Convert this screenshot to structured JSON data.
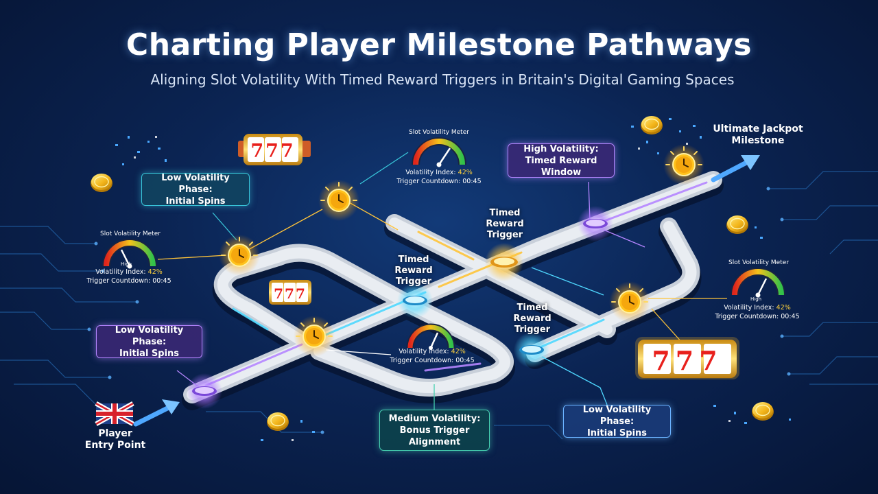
{
  "header": {
    "title": "Charting Player Milestone Pathways",
    "subtitle": "Aligning Slot Volatility With Timed Reward Triggers in Britain's Digital Gaming Spaces"
  },
  "labels": {
    "entry_point": [
      "Player",
      "Entry Point"
    ],
    "jackpot": [
      "Ultimate Jackpot",
      "Milestone"
    ],
    "trigger": [
      "Timed",
      "Reward",
      "Trigger"
    ]
  },
  "phase_boxes": {
    "low_top_left": [
      "Low Volatility Phase:",
      "Initial Spins"
    ],
    "low_left": [
      "Low Volatility Phase:",
      "Initial Spins"
    ],
    "high_top": [
      "High Volatility:",
      "Timed Reward Window"
    ],
    "medium_bottom": [
      "Medium Volatility:",
      "Bonus Trigger Alignment"
    ],
    "low_bottom_right": [
      "Low Volatility Phase:",
      "Initial Spins"
    ]
  },
  "meter": {
    "title": "Slot Volatility Meter",
    "index_label": "Volatility Index:",
    "index_value": "42%",
    "countdown_label": "Trigger Countdown:",
    "countdown_value": "00:45",
    "high_label": "High"
  },
  "slot_reel": {
    "symbols": "777"
  },
  "icons": [
    "clock-icon",
    "gauge-icon",
    "slot-reel-icon",
    "gold-coin-icon",
    "uk-flag-icon",
    "arrow-icon",
    "trigger-pad-icon"
  ],
  "colors": {
    "background": "#0b2453",
    "track": "#c9d0da",
    "clock_gold": "#ffb81c",
    "pad_cyan": "#4fd8ff",
    "pad_purple": "#a870ff",
    "pad_gold": "#ffc43a",
    "teal_border": "#38c4d8",
    "purple_border": "#b585ff",
    "title_text": "#ffffff"
  }
}
